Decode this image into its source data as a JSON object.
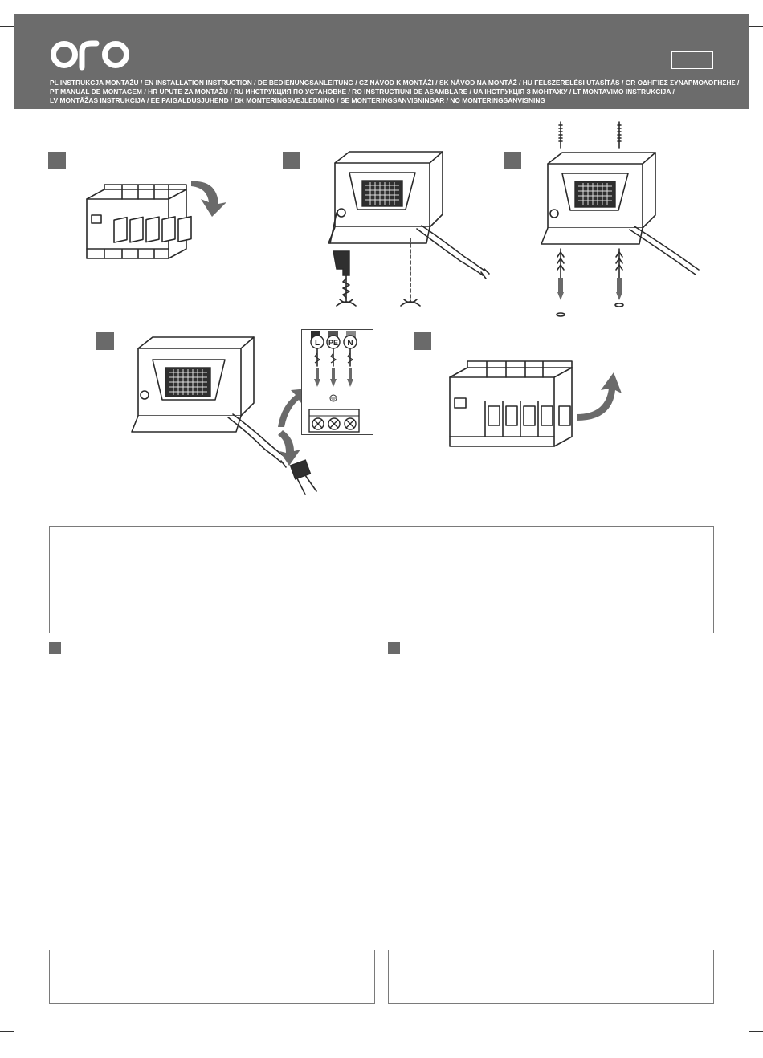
{
  "header": {
    "logo_text": "ORO",
    "title_lines": [
      "PL INSTRUKCJA MONTAŻU / EN INSTALLATION INSTRUCTION / DE BEDIENUNGSANLEITUNG / CZ NÁVOD K MONTÁŽI / SK NÁVOD NA MONTÁŽ / HU FELSZERELÉSI UTASÍTÁS / GR ΟΔΗΓΊΕΣ ΣΥΝΑΡΜΟΛΌΓΗΣΗΣ /",
      "PT MANUAL DE MONTAGEM / HR UPUTE ZA MONTAŽU / RU ИНСТРУКЦИЯ ПО УСТАНОВКЕ / RO INSTRUCTIUNI DE ASAMBLARE / UA ІНСТРУКЦІЯ З МОНТАЖУ / LT MONTAVIMO INSTRUKCIJA /",
      "LV MONTĀŽAS INSTRUKCIJA / EE PAIGALDUSJUHEND / DK MONTERINGSVEJLEDNING / SE MONTERINGSANVISNINGAR / NO MONTERINGSANVISNING"
    ]
  },
  "wiring": {
    "labels": [
      "L",
      "PE",
      "N"
    ]
  },
  "colors": {
    "header_bg": "#6c6c6c",
    "step_marker": "#6a6a6a",
    "line_art": "#2a2a2a"
  }
}
